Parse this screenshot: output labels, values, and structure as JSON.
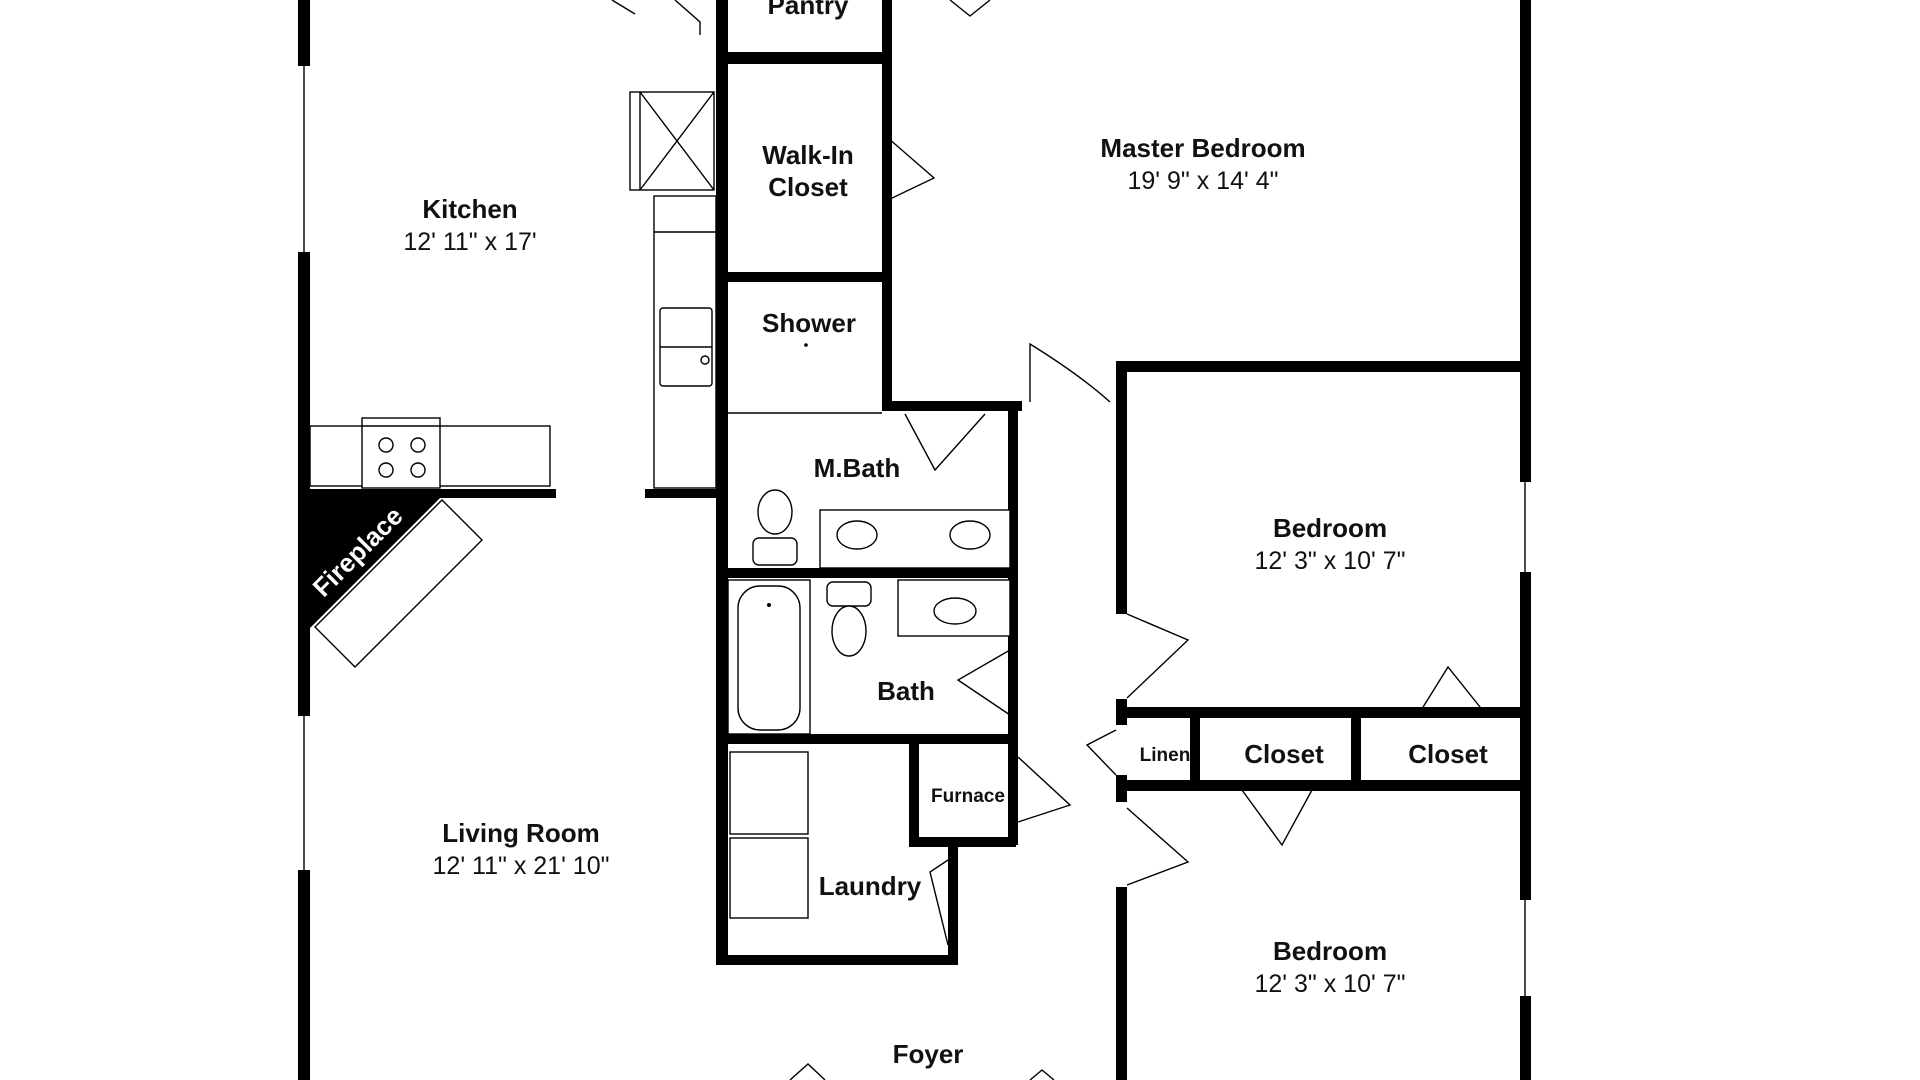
{
  "rooms": {
    "pantry": {
      "name": "Pantry"
    },
    "walk_in_closet": {
      "name_line1": "Walk-In",
      "name_line2": "Closet"
    },
    "master_bedroom": {
      "name": "Master Bedroom",
      "dims": "19' 9\" x 14' 4\""
    },
    "kitchen": {
      "name": "Kitchen",
      "dims": "12' 11\" x 17'"
    },
    "shower": {
      "name": "Shower"
    },
    "m_bath": {
      "name": "M.Bath"
    },
    "fireplace": {
      "name": "Fireplace"
    },
    "bedroom_1": {
      "name": "Bedroom",
      "dims": "12' 3\" x 10' 7\""
    },
    "bath": {
      "name": "Bath"
    },
    "linen": {
      "name": "Linen"
    },
    "closet_1": {
      "name": "Closet"
    },
    "closet_2": {
      "name": "Closet"
    },
    "furnace": {
      "name": "Furnace"
    },
    "living_room": {
      "name": "Living Room",
      "dims": "12' 11\" x 21' 10\""
    },
    "laundry": {
      "name": "Laundry"
    },
    "bedroom_2": {
      "name": "Bedroom",
      "dims": "12' 3\" x 10' 7\""
    },
    "foyer": {
      "name": "Foyer"
    }
  }
}
